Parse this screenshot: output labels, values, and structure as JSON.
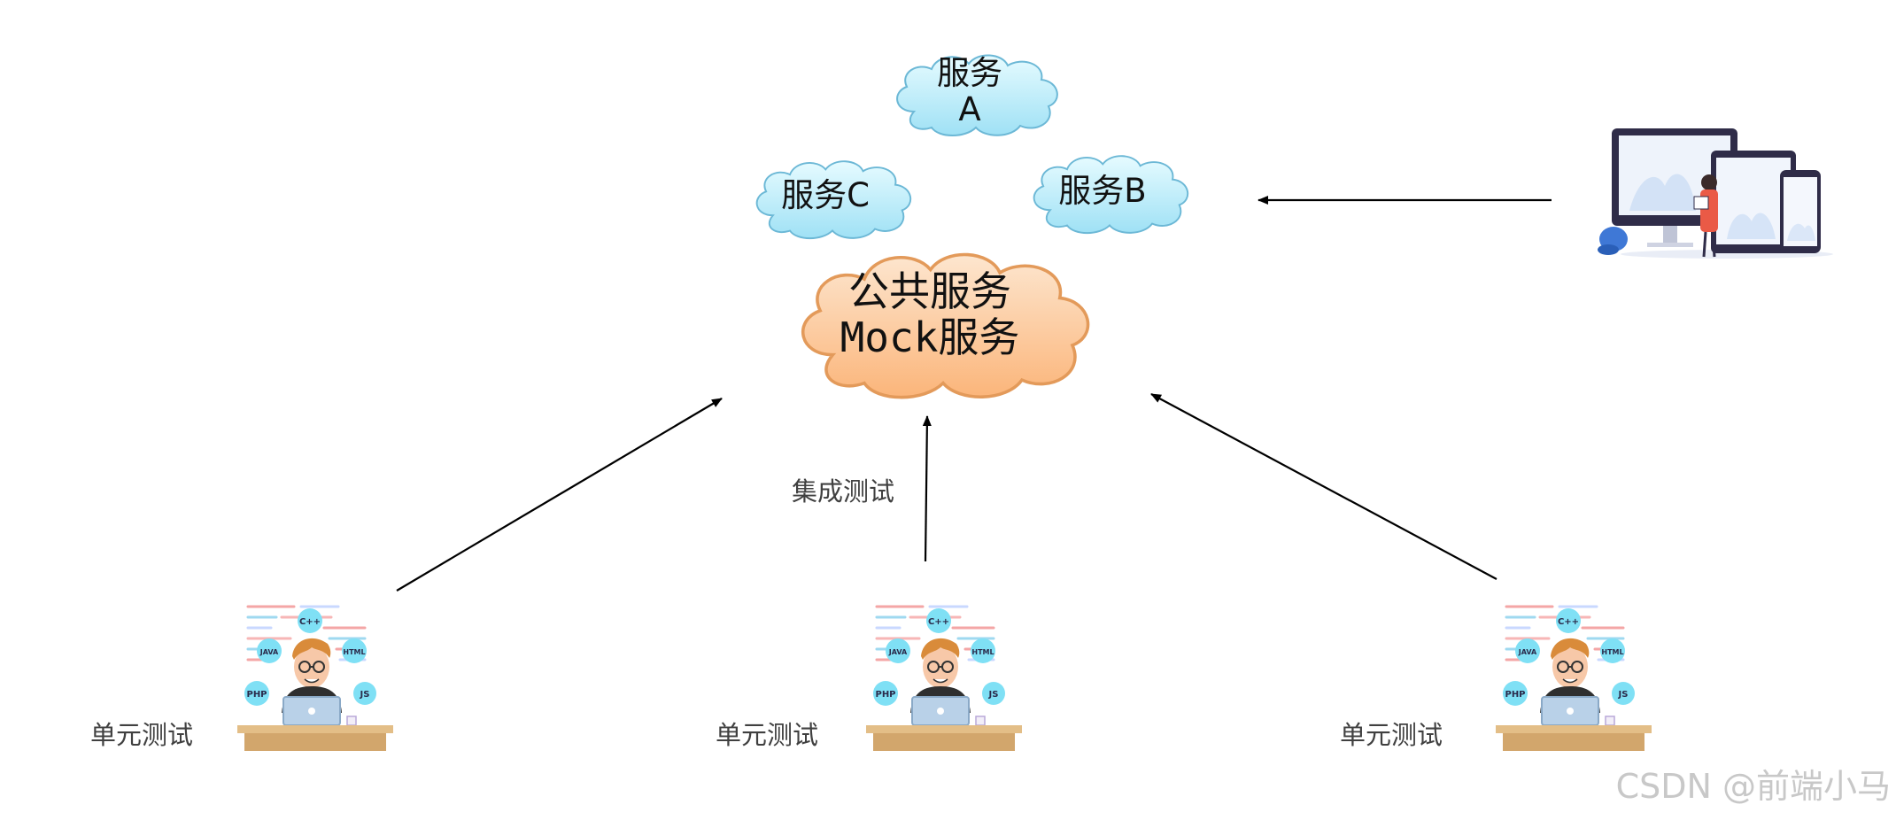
{
  "clouds": {
    "service_a": {
      "line1": "服务",
      "line2": "A"
    },
    "service_b": "服务B",
    "service_c": "服务C",
    "mock": {
      "line1": "公共服务",
      "line2_prefix": "Mock",
      "line2_suffix": "服务"
    }
  },
  "labels": {
    "integration_test": "集成测试",
    "unit_test_left": "单元测试",
    "unit_test_middle": "单元测试",
    "unit_test_right": "单元测试"
  },
  "developer_badges": [
    "C++",
    "JAVA",
    "HTML",
    "PHP",
    "JS"
  ],
  "watermark": "CSDN @前端小马",
  "colors": {
    "service_cloud_fill": "#bfeefb",
    "service_cloud_stroke": "#6cb8d6",
    "mock_cloud_fill": "#fcc99a",
    "mock_cloud_stroke": "#e39a5a",
    "arrow": "#000000",
    "badge_fill": "#7fe0f5",
    "desk": "#d9b27c"
  }
}
